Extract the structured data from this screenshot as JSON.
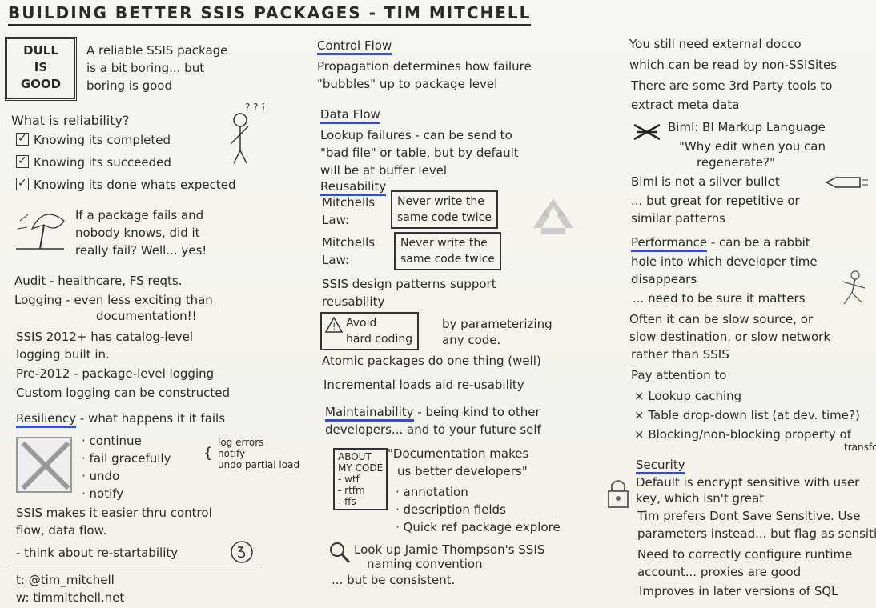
{
  "title": "BUILDING BETTER SSIS PACKAGES - TIM MITCHELL",
  "left": {
    "dull_box": {
      "l1": "DULL",
      "l2": "IS",
      "l3": "GOOD"
    },
    "intro": [
      "A reliable SSIS package",
      "is a bit boring... but",
      "boring is good"
    ],
    "reliability_q": "What is reliability?",
    "checks": [
      "Knowing its completed",
      "Knowing its succeeded",
      "Knowing its done whats expected"
    ],
    "tree_text": [
      "If a package fails and",
      "nobody knows, did it",
      "really fail? Well... yes!"
    ],
    "audit": "Audit - healthcare, FS reqts.",
    "logging": [
      "Logging - even less exciting than",
      "documentation!!"
    ],
    "ssis2012": [
      "SSIS 2012+ has catalog-level",
      "logging built in."
    ],
    "pre2012": "Pre-2012 - package-level logging",
    "custom": "Custom logging can be constructed",
    "resiliency": {
      "heading": "Resiliency",
      "rest": " - what happens it it fails"
    },
    "res_list": [
      "· continue",
      "· fail gracefully",
      "· undo",
      "· notify"
    ],
    "fail_notes": [
      "log errors",
      "notify",
      "undo partial load"
    ],
    "ssis_makes": [
      "SSIS makes it easier thru control",
      "flow, data flow."
    ],
    "restart": "- think about re-startability",
    "social": {
      "t": "t: @tim_mitchell",
      "w": "w: timmitchell.net"
    }
  },
  "middle": {
    "control_flow": "Control Flow",
    "cf_text": [
      "Propagation determines how failure",
      "\"bubbles\" up to package level"
    ],
    "data_flow": "Data Flow",
    "df_text": [
      "Lookup failures - can be send to",
      "\"bad file\" or table, but by default",
      "will be at buffer level"
    ],
    "reusability": "Reusability",
    "law1": [
      "Mitchells",
      "Law:"
    ],
    "box1": [
      "Never write the",
      "same code twice"
    ],
    "law2": [
      "Mitchells",
      "Law:"
    ],
    "box2": [
      "Never write the",
      "same code twice"
    ],
    "patterns": [
      "SSIS design patterns support",
      "reusability"
    ],
    "avoid": [
      "Avoid",
      "hard coding"
    ],
    "param": [
      "by parameterizing",
      "any code."
    ],
    "atomic": "Atomic packages do one thing (well)",
    "incremental": "Incremental loads aid re-usability",
    "maintainability": {
      "heading": "Maintainability",
      "rest": " - being kind to other"
    },
    "maint2": "developers... and to your future self",
    "about_code": [
      "ABOUT",
      "MY CODE",
      "- wtf",
      "- rtfm",
      "- ffs"
    ],
    "doc_quote": [
      "\"Documentation makes",
      "us better developers\""
    ],
    "doc_list": [
      "· annotation",
      "· description fields",
      "· Quick ref package explore"
    ],
    "lookup": [
      "Look up Jamie Thompson's SSIS",
      "naming convention"
    ],
    "consistent": "... but be consistent."
  },
  "right": {
    "external": [
      "You still need external docco",
      "which can be read by non-SSISites",
      "There are some 3rd Party tools to",
      "extract meta data"
    ],
    "biml": [
      "Biml: BI Markup Language",
      "\"Why edit when you can",
      "regenerate?\""
    ],
    "biml_not": [
      "Biml is not a silver bullet",
      "... but great for repetitive or",
      "similar patterns"
    ],
    "performance": {
      "heading": "Performance",
      "rest": " - can be a rabbit"
    },
    "perf_text": [
      "hole into which developer time",
      "disappears",
      "... need to be sure it matters"
    ],
    "often": [
      "Often it can be slow source, or",
      "slow destination, or slow network",
      "rather than SSIS"
    ],
    "pay": "Pay attention to",
    "pay_list": [
      "× Lookup caching",
      "× Table drop-down list (at dev. time?)",
      "× Blocking/non-blocking property of",
      "transform"
    ],
    "security": "Security",
    "sec_text": [
      "Default is encrypt sensitive with user",
      "key, which isn't great",
      "Tim prefers Dont Save Sensitive. Use",
      "parameters instead... but flag as sensitive",
      "Need to correctly configure runtime",
      "account... proxies are good",
      "Improves in later versions of SQL"
    ]
  }
}
